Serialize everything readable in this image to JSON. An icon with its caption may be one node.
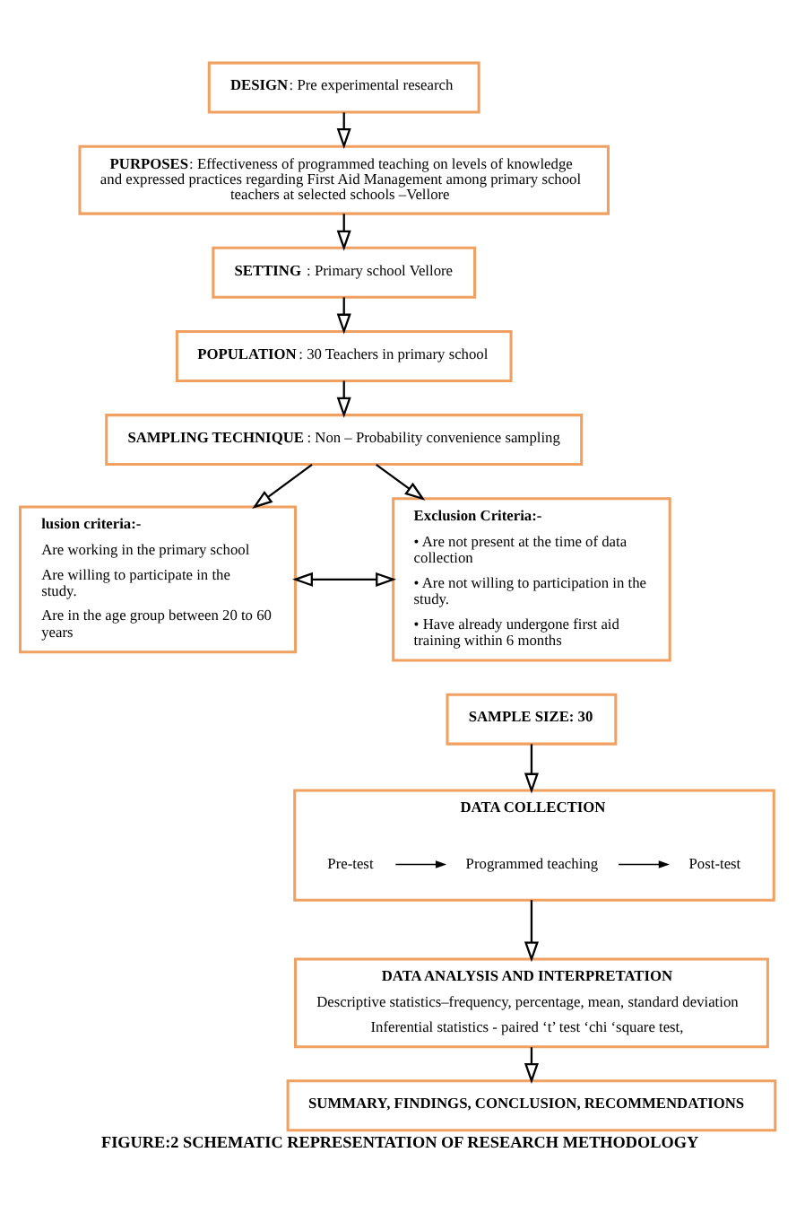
{
  "diagram": {
    "caption": "FIGURE:2 SCHEMATIC REPRESENTATION OF RESEARCH METHODOLOGY",
    "nodes": [
      {
        "text": [
          "**DESIGN**: Pre experimental research"
        ]
      },
      {
        "text": [
          "**PURPOSES**: Effectiveness of programmed teaching on levels of knowledge and expressed practices regarding First Aid Management among primary school teachers at selected schools –Vellore"
        ]
      },
      {
        "text": [
          "**SETTING** : Primary school Vellore"
        ]
      },
      {
        "text": [
          "**POPULATION**: 30 Teachers in primary school"
        ]
      },
      {
        "text": [
          "**SAMPLING TECHNIQUE**: Non – Probability convenience sampling"
        ]
      },
      {
        "text": [
          "lusion criteria:-",
          "Are working in the primary school",
          "Are willing to participate in the study.",
          "Are in the age group between 20 to 60 years"
        ]
      },
      {
        "text": [
          "Exclusion Criteria:-",
          "• Are not present at the time of data collection",
          "• Are not willing to participation in the study.",
          "• Have already undergone first aid training within 6 months"
        ]
      },
      {
        "text": [
          "SAMPLE SIZE: 30"
        ]
      },
      {
        "text": [
          "DATA COLLECTION"
        ]
      },
      {
        "text": [
          "Pre-test"
        ],
        "in": 8
      },
      {
        "text": [
          "Programmed teaching"
        ],
        "in": 8
      },
      {
        "text": [
          "Post-test"
        ],
        "in": 8
      },
      {
        "text": [
          "DATA ANALYSIS AND INTERPRETATION",
          "Descriptive statistics–frequency, percentage, mean, standard deviation",
          "Inferential statistics - paired ‘t’ test ‘chi ‘square test,"
        ]
      },
      {
        "text": [
          "SUMMARY, FINDINGS, CONCLUSION, RECOMMENDATIONS"
        ]
      }
    ],
    "edges": [
      {
        "from": 0,
        "to": 1,
        "arrow": "to"
      },
      {
        "from": 1,
        "to": 2,
        "arrow": "to"
      },
      {
        "from": 2,
        "to": 3,
        "arrow": "to"
      },
      {
        "from": 3,
        "to": 4,
        "arrow": "to"
      },
      {
        "from": 4,
        "to": 5,
        "arrow": "to"
      },
      {
        "from": 4,
        "to": 6,
        "arrow": "to"
      },
      {
        "from": 5,
        "to": 6,
        "arrow": "both"
      },
      {
        "from": 7,
        "to": 8,
        "arrow": "to"
      },
      {
        "from": 9,
        "to": 10,
        "arrow": "to"
      },
      {
        "from": 10,
        "to": 11,
        "arrow": "to"
      },
      {
        "from": 8,
        "to": 12,
        "arrow": "to"
      },
      {
        "from": 12,
        "to": 13,
        "arrow": "to"
      }
    ]
  }
}
